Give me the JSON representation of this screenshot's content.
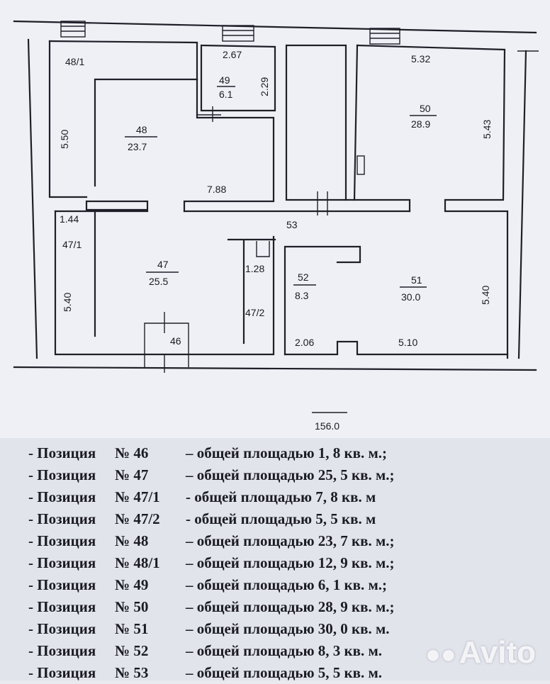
{
  "plan": {
    "labels": {
      "r48_1": "48/1",
      "r49_w": "2.67",
      "r49_num": "49",
      "r49_area": "6.1",
      "r49_h": "2.29",
      "r48_num": "48",
      "r48_area": "23.7",
      "r48_h": "5.50",
      "r48_w": "7.88",
      "r50_w": "5.32",
      "r50_num": "50",
      "r50_area": "28.9",
      "r50_h": "5.43",
      "r53": "53",
      "r47_1_w": "1.44",
      "r47_1": "47/1",
      "r47_h": "5.40",
      "r47_num": "47",
      "r47_area": "25.5",
      "r47_2_w": "1.28",
      "r47_2": "47/2",
      "r46": "46",
      "r52_num": "52",
      "r52_area": "8.3",
      "r52_w": "2.06",
      "r51_num": "51",
      "r51_area": "30.0",
      "r51_w": "5.10",
      "r51_h": "5.40",
      "total": "156.0"
    }
  },
  "legend": [
    {
      "pos": "- Позиция",
      "num": "№ 46",
      "text": "– общей площадью  1, 8  кв. м.;"
    },
    {
      "pos": "- Позиция",
      "num": "№ 47",
      "text": "– общей площадью  25, 5  кв. м.;"
    },
    {
      "pos": "- Позиция",
      "num": "№ 47/1",
      "text": "- общей площадью  7, 8  кв. м"
    },
    {
      "pos": "- Позиция",
      "num": "№ 47/2",
      "text": "- общей площадью  5, 5  кв. м"
    },
    {
      "pos": "- Позиция",
      "num": "№ 48",
      "text": "– общей площадью  23, 7  кв. м.;"
    },
    {
      "pos": "- Позиция",
      "num": "№ 48/1",
      "text": "– общей площадью  12, 9  кв. м.;"
    },
    {
      "pos": "- Позиция",
      "num": "№ 49",
      "text": "– общей площадью  6, 1  кв. м.;"
    },
    {
      "pos": "- Позиция",
      "num": "№ 50",
      "text": "– общей площадью 28, 9  кв. м.;"
    },
    {
      "pos": "- Позиция",
      "num": "№ 51",
      "text": "– общей площадью  30, 0  кв. м."
    },
    {
      "pos": "- Позиция",
      "num": "№ 52",
      "text": "– общей площадью  8, 3  кв. м."
    },
    {
      "pos": "- Позиция",
      "num": "№ 53",
      "text": "– общей площадью 5, 5  кв. м."
    }
  ],
  "watermark": "Avito"
}
